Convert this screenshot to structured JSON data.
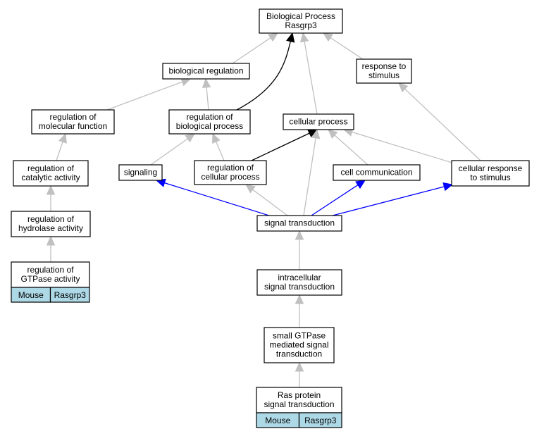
{
  "colors": {
    "edge_gray": "#c0c0c0",
    "edge_black": "#000000",
    "edge_blue": "#0000ff",
    "tag_fill": "#add8e6"
  },
  "nodes": {
    "root": {
      "lines": [
        "Biological Process",
        "Rasgrp3"
      ]
    },
    "bioreg": {
      "lines": [
        "biological regulation"
      ]
    },
    "resp": {
      "lines": [
        "response to",
        "stimulus"
      ]
    },
    "regmol": {
      "lines": [
        "regulation of",
        "molecular function"
      ]
    },
    "regbio": {
      "lines": [
        "regulation of",
        "biological process"
      ]
    },
    "cellproc": {
      "lines": [
        "cellular process"
      ]
    },
    "regcat": {
      "lines": [
        "regulation of",
        "catalytic activity"
      ]
    },
    "signaling": {
      "lines": [
        "signaling"
      ]
    },
    "regcell": {
      "lines": [
        "regulation of",
        "cellular process"
      ]
    },
    "cellcomm": {
      "lines": [
        "cell communication"
      ]
    },
    "cellresp": {
      "lines": [
        "cellular response",
        "to stimulus"
      ]
    },
    "reghyd": {
      "lines": [
        "regulation of",
        "hydrolase activity"
      ]
    },
    "sigtrans": {
      "lines": [
        "signal transduction"
      ]
    },
    "reggtp": {
      "lines": [
        "regulation of",
        "GTPase activity"
      ],
      "tags": [
        "Mouse",
        "Rasgrp3"
      ]
    },
    "intra": {
      "lines": [
        "intracellular",
        "signal transduction"
      ]
    },
    "smallgtp": {
      "lines": [
        "small GTPase",
        "mediated signal",
        "transduction"
      ]
    },
    "ras": {
      "lines": [
        "Ras protein",
        "signal transduction"
      ],
      "tags": [
        "Mouse",
        "Rasgrp3"
      ]
    }
  }
}
